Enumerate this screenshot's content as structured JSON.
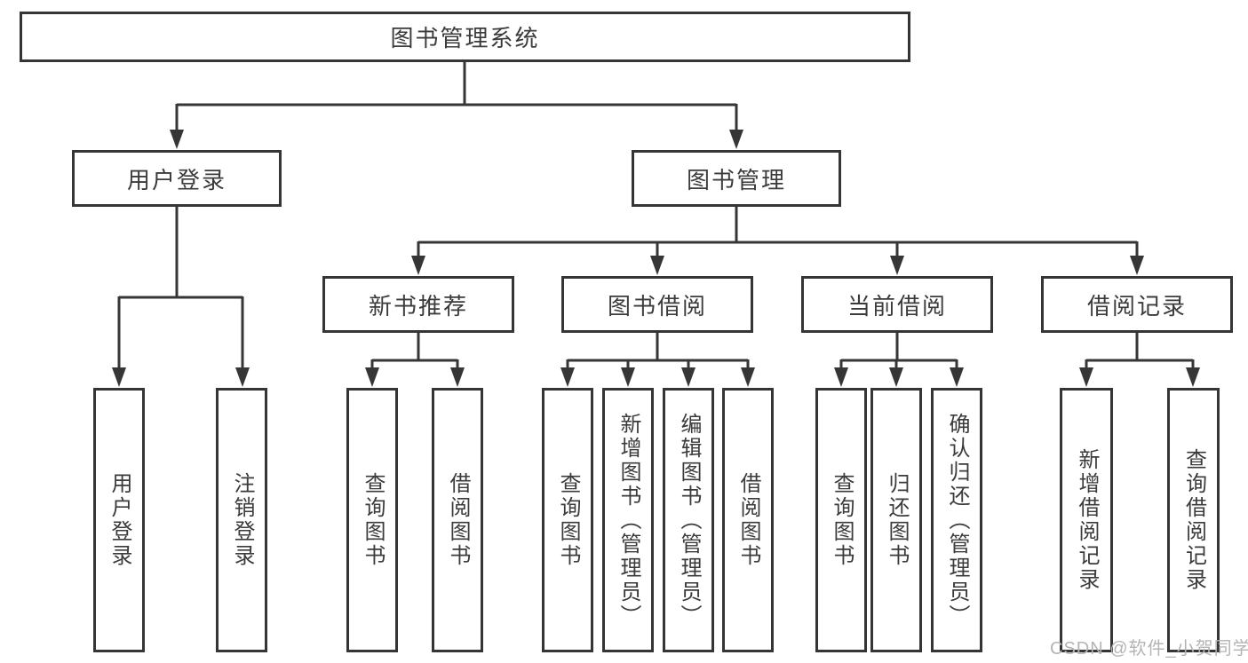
{
  "diagram": {
    "type": "hierarchy-tree",
    "colors": {
      "line": "#363636",
      "box_border": "#353535",
      "text": "#3b3b3b",
      "background": "#ffffff",
      "watermark_text_color": "#b4b4b4"
    },
    "nodes": {
      "root": {
        "label": "图书管理系统"
      },
      "user_login": {
        "label": "用户登录"
      },
      "book_management": {
        "label": "图书管理"
      },
      "new_book_recommend": {
        "label": "新书推荐"
      },
      "book_borrow": {
        "label": "图书借阅"
      },
      "current_borrow": {
        "label": "当前借阅"
      },
      "borrow_records": {
        "label": "借阅记录"
      },
      "user_login_leaf": {
        "label": "用户登录"
      },
      "logout": {
        "label": "注销登录"
      },
      "query_books_1": {
        "label": "查询图书"
      },
      "borrow_books_1": {
        "label": "借阅图书"
      },
      "query_books_2": {
        "label": "查询图书"
      },
      "add_books_admin": {
        "label": "新增图书（管理员）"
      },
      "edit_books_admin": {
        "label": "编辑图书（管理员）"
      },
      "borrow_books_2": {
        "label": "借阅图书"
      },
      "query_books_3": {
        "label": "查询图书"
      },
      "return_books": {
        "label": "归还图书"
      },
      "confirm_return_admin": {
        "label": "确认归还（管理员）"
      },
      "add_borrow_record": {
        "label": "新增借阅记录"
      },
      "query_borrow_record": {
        "label": "查询借阅记录"
      }
    },
    "edges": [
      [
        "root",
        "user_login"
      ],
      [
        "root",
        "book_management"
      ],
      [
        "user_login",
        "user_login_leaf"
      ],
      [
        "user_login",
        "logout"
      ],
      [
        "book_management",
        "new_book_recommend"
      ],
      [
        "book_management",
        "book_borrow"
      ],
      [
        "book_management",
        "current_borrow"
      ],
      [
        "book_management",
        "borrow_records"
      ],
      [
        "new_book_recommend",
        "query_books_1"
      ],
      [
        "new_book_recommend",
        "borrow_books_1"
      ],
      [
        "book_borrow",
        "query_books_2"
      ],
      [
        "book_borrow",
        "add_books_admin"
      ],
      [
        "book_borrow",
        "edit_books_admin"
      ],
      [
        "book_borrow",
        "borrow_books_2"
      ],
      [
        "current_borrow",
        "query_books_3"
      ],
      [
        "current_borrow",
        "return_books"
      ],
      [
        "current_borrow",
        "confirm_return_admin"
      ],
      [
        "borrow_records",
        "add_borrow_record"
      ],
      [
        "borrow_records",
        "query_borrow_record"
      ]
    ],
    "watermark": "CSDN @软件_小贺同学"
  }
}
